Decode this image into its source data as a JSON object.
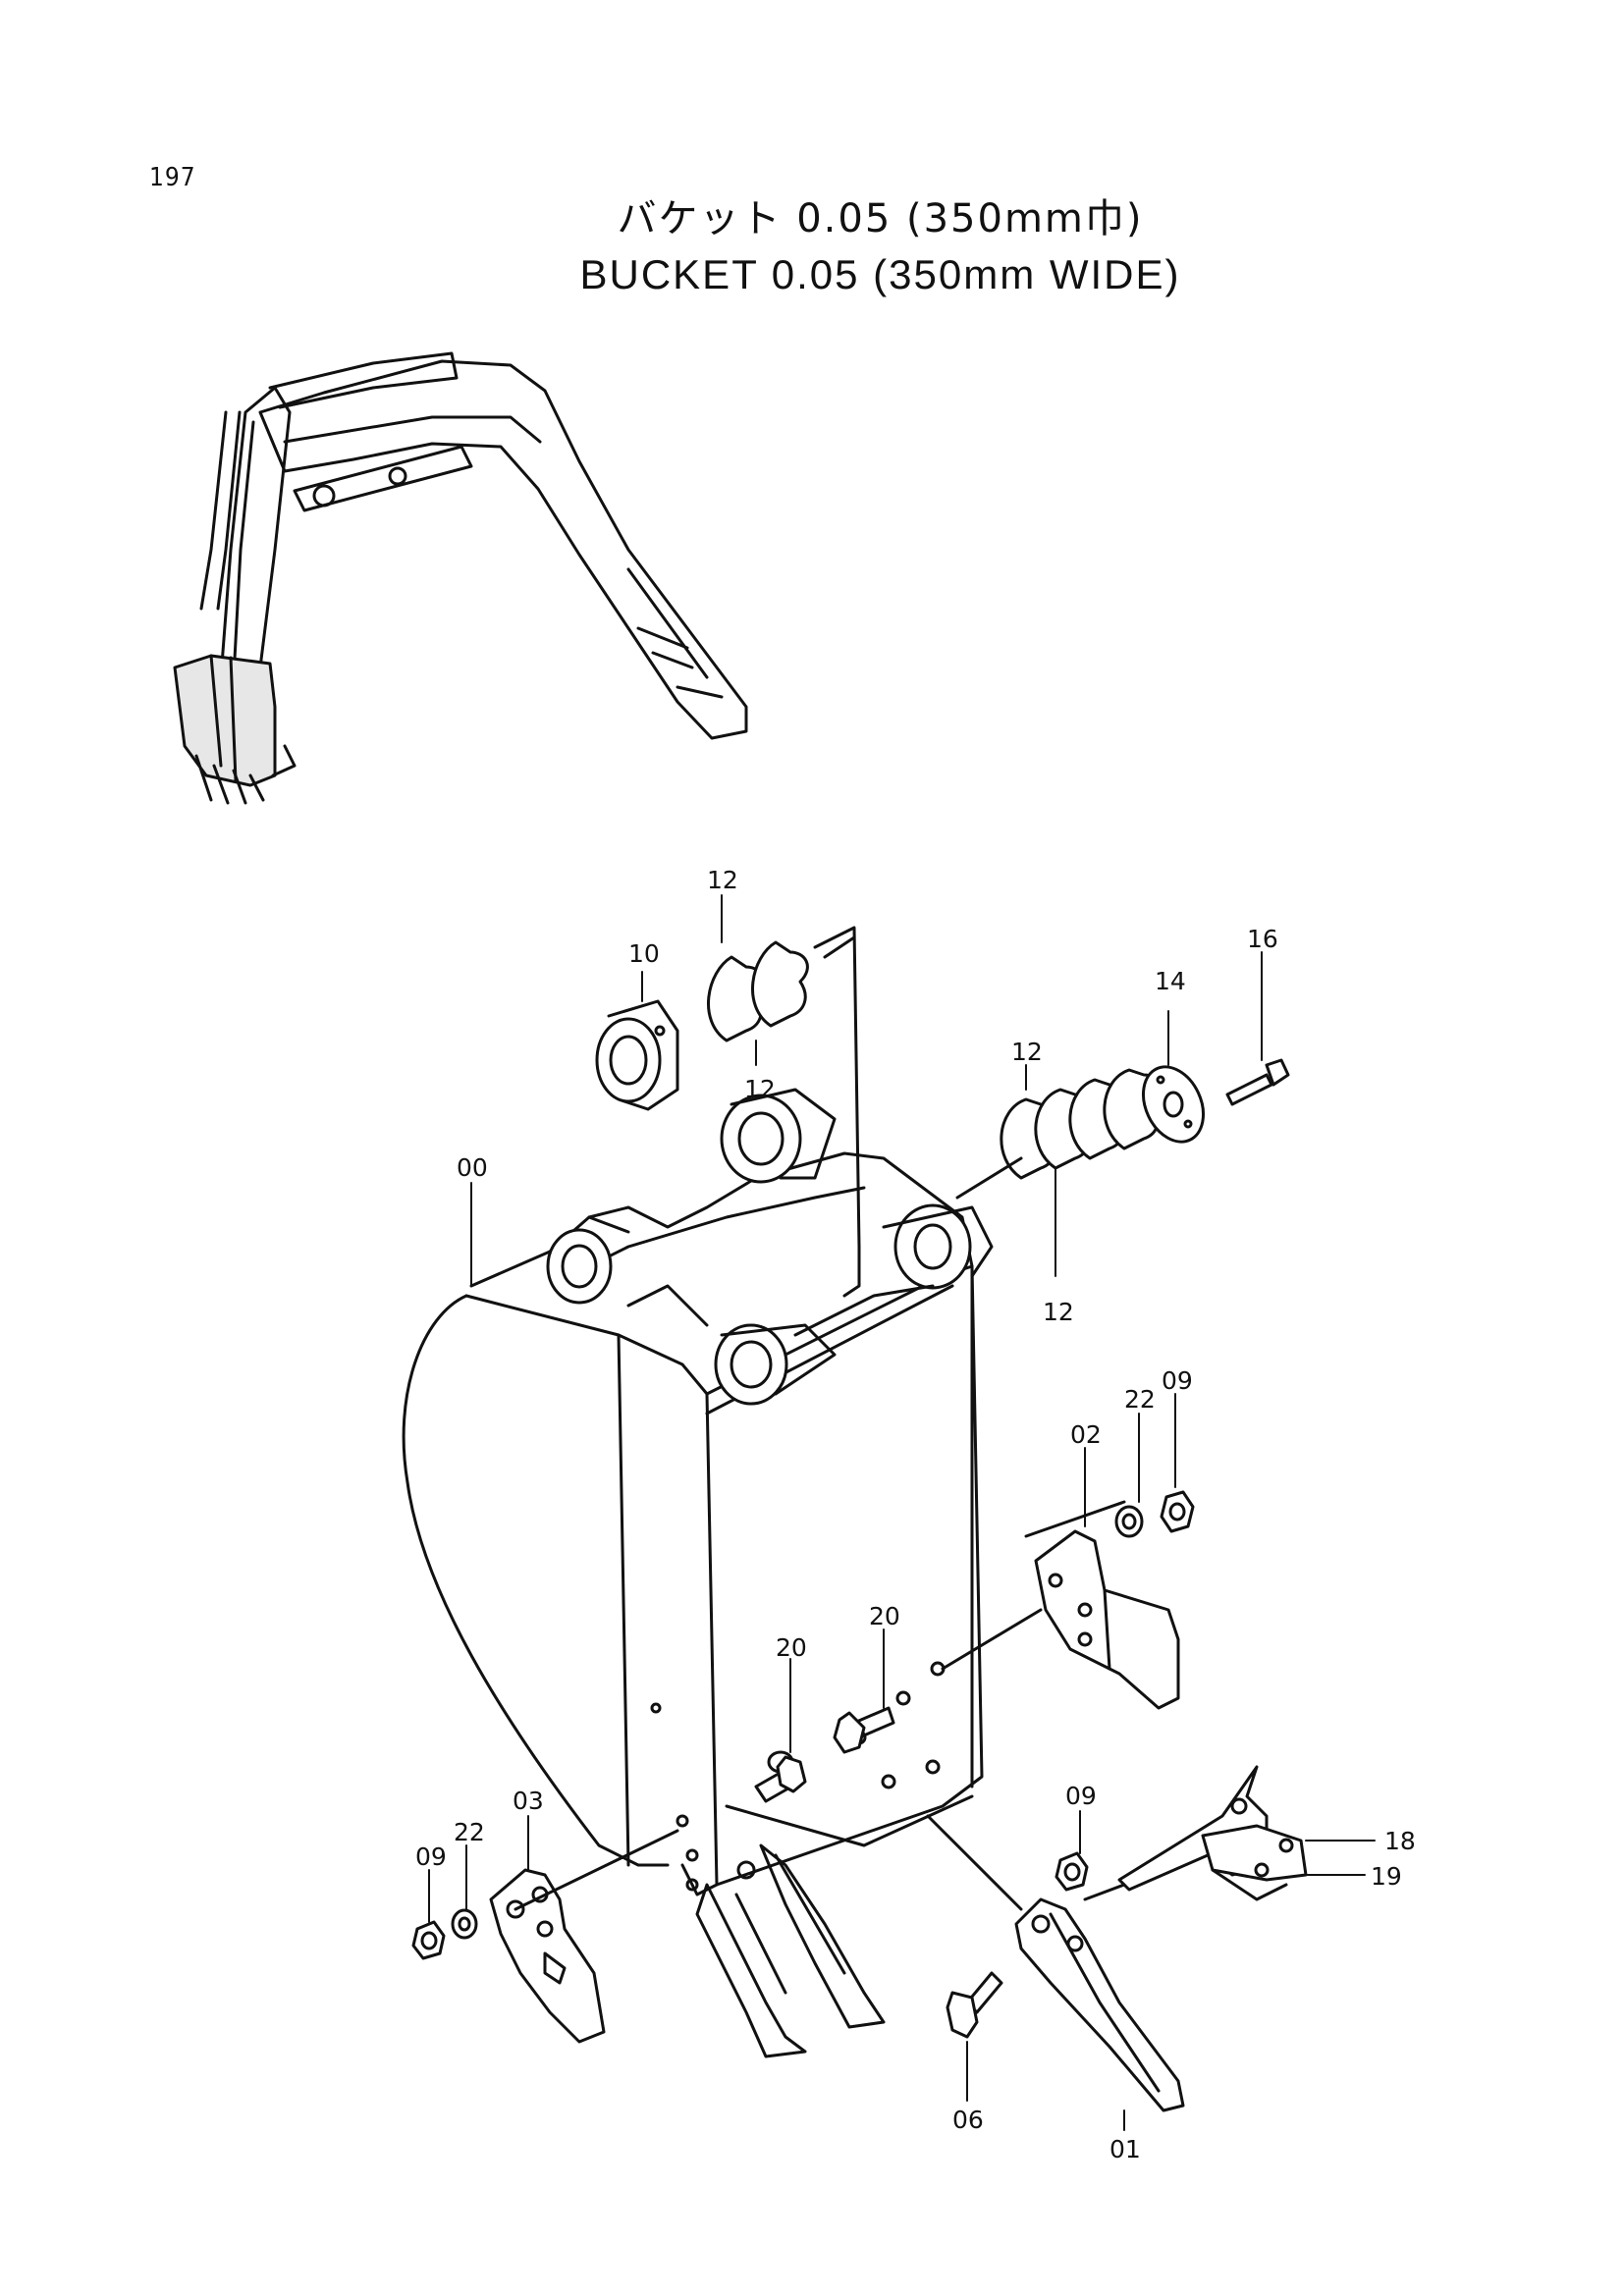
{
  "page": {
    "number": "197"
  },
  "title": {
    "japanese": "バケット 0.05 (350mm巾)",
    "english": "BUCKET 0.05 (350mm WIDE)"
  },
  "callouts": {
    "c00": "00",
    "c01": "01",
    "c02": "02",
    "c03": "03",
    "c06": "06",
    "c09a": "09",
    "c09b": "09",
    "c09c": "09",
    "c10": "10",
    "c12a": "12",
    "c12b": "12",
    "c12c": "12",
    "c12d": "12",
    "c14": "14",
    "c16": "16",
    "c18": "18",
    "c19": "19",
    "c20a": "20",
    "c20b": "20",
    "c22a": "22",
    "c22b": "22"
  }
}
